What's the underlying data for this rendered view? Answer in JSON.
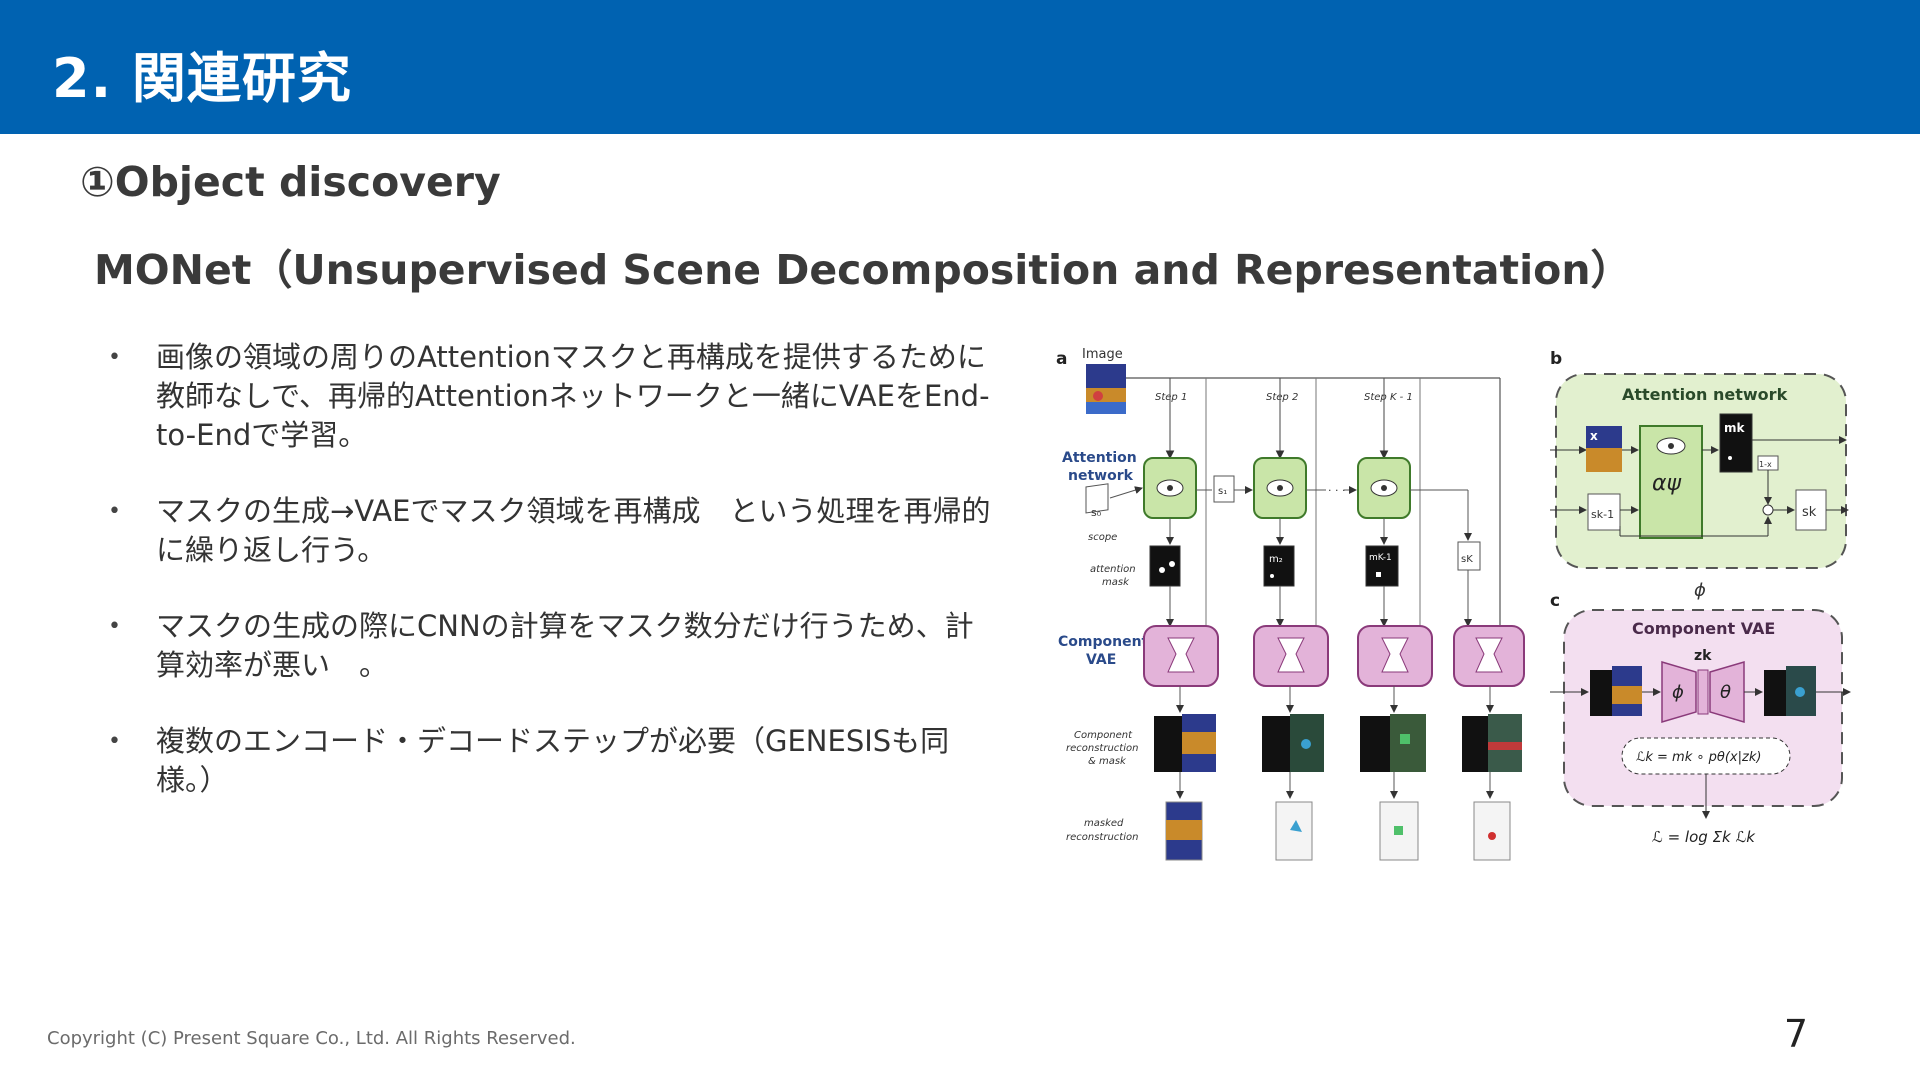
{
  "slide": {
    "title": "2. 関連研究",
    "section_heading": "①Object discovery",
    "sub_heading": "MONet（Unsupervised Scene Decomposition and Representation）",
    "bullets": [
      "画像の領域の周りのAttentionマスクと再構成を提供するために教師なしで、再帰的Attentionネットワークと一緒にVAEをEnd-to-Endで学習。",
      "マスクの生成→VAEでマスク領域を再構成　という処理を再帰的に繰り返し行う。",
      "マスクの生成の際にCNNの計算をマスク数分だけ行うため、計算効率が悪い　。",
      "複数のエンコード・デコードステップが必要（GENESISも同様。）"
    ],
    "bullet_symbol": "•",
    "footer": "Copyright (C) Present Square Co., Ltd. All Rights Reserved.",
    "page_number": "7"
  },
  "figure": {
    "panel_a": {
      "label": "a",
      "image_label": "Image",
      "steps": [
        "Step 1",
        "Step 2",
        "Step K - 1"
      ],
      "attention_network_label_1": "Attention",
      "attention_network_label_2": "network",
      "s0": "s₀",
      "scope": "scope",
      "s1": "s₁",
      "dots": "· · ·",
      "sK": "sK",
      "attention_mask_1": "attention",
      "attention_mask_2": "mask",
      "m2": "m₂",
      "mK1": "mK-1",
      "component_vae_label_1": "Component",
      "component_vae_label_2": "VAE",
      "comp_recon_1": "Component",
      "comp_recon_2": "reconstruction",
      "comp_recon_3": "& mask",
      "masked_recon_1": "masked",
      "masked_recon_2": "reconstruction"
    },
    "panel_b": {
      "label": "b",
      "title": "Attention network",
      "x": "x",
      "mk": "mk",
      "sk_minus": "sk-1",
      "alpha": "αψ",
      "one_minus": "1-x",
      "sk": "sk"
    },
    "panel_c": {
      "label": "c",
      "phi": "ϕ",
      "title": "Component VAE",
      "zk": "zk",
      "phi_small": "ϕ",
      "theta": "θ",
      "loss_k": "ℒk = mk ∘ pθ(x|zk)",
      "loss_total": "ℒ = log Σk ℒk"
    },
    "colors": {
      "attention_green": "#c9e5a8",
      "vae_pink": "#e3b3d9",
      "header_blue": "#0062b1"
    }
  }
}
